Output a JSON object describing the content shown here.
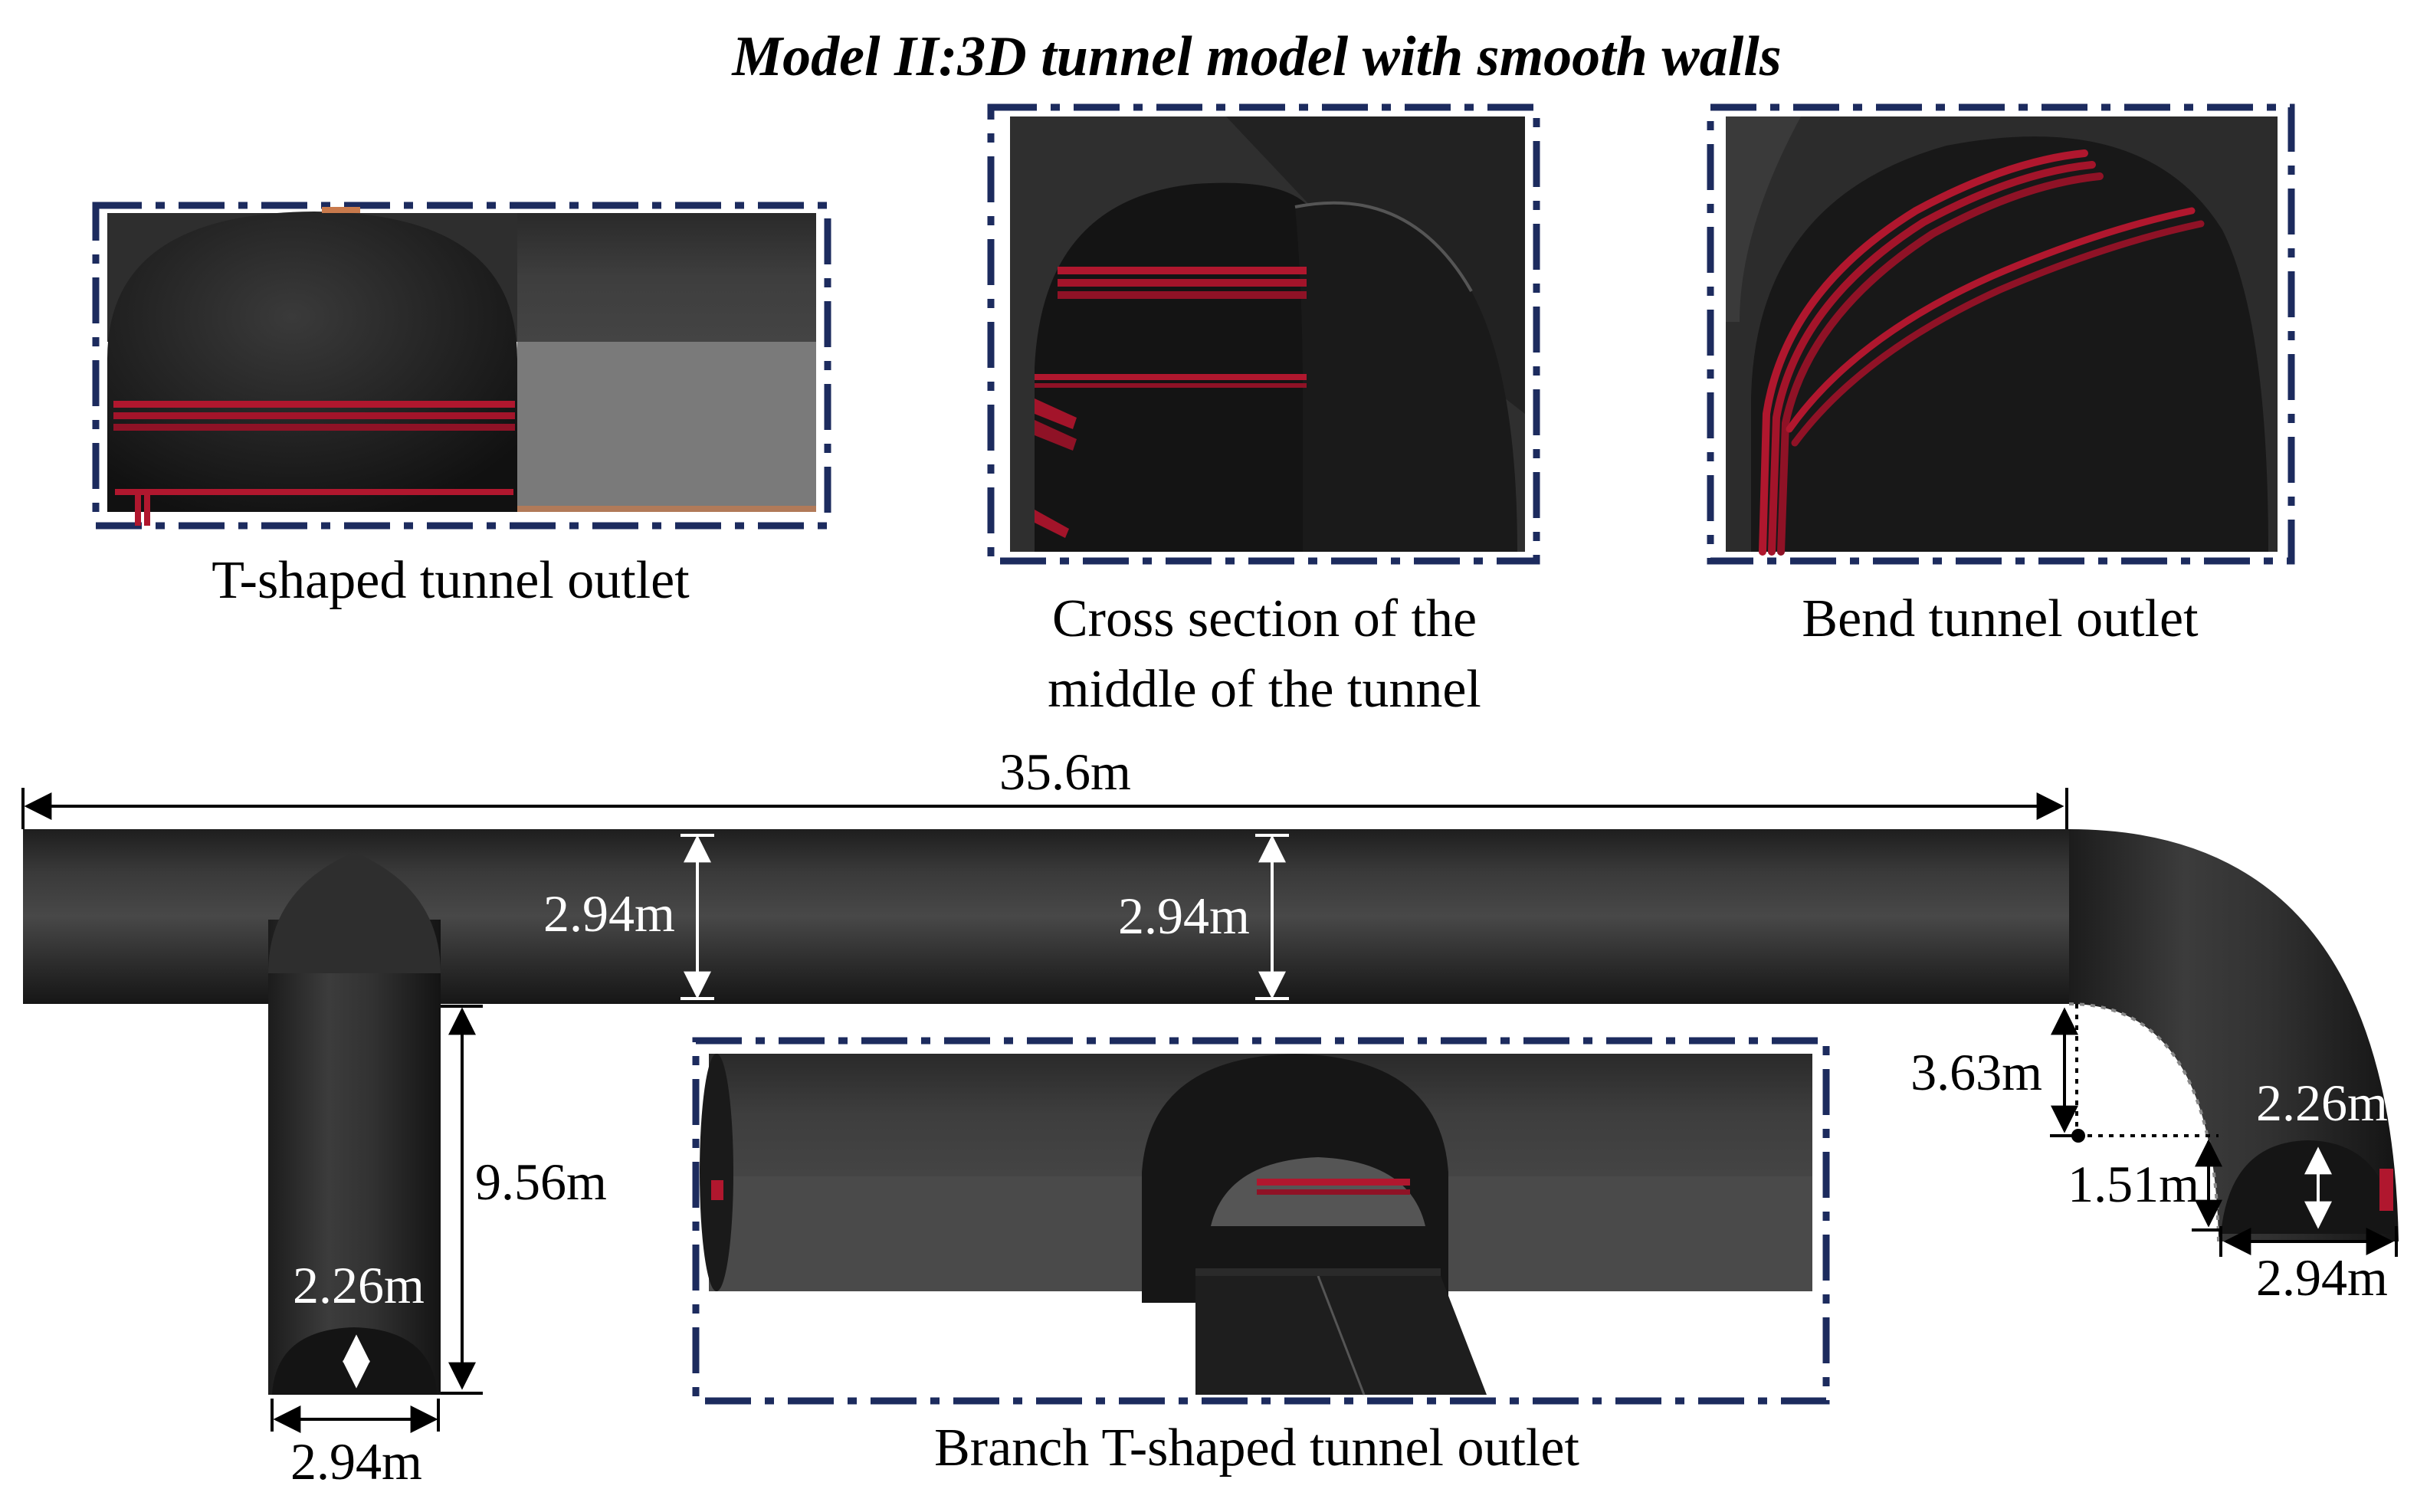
{
  "title": "Model II:3D tunnel model with smooth walls",
  "captions": {
    "t_outlet": "T-shaped tunnel outlet",
    "cross_section_line1": "Cross section of the",
    "cross_section_line2": "middle of the tunnel",
    "bend_outlet": "Bend tunnel outlet",
    "branch_outlet": "Branch T-shaped tunnel outlet"
  },
  "dimensions": {
    "main_length": "35.6m",
    "main_height_1": "2.94m",
    "main_height_2": "2.94m",
    "branch_length": "9.56m",
    "branch_height": "2.26m",
    "branch_width": "2.94m",
    "bend_radius_v": "3.63m",
    "bend_offset": "1.51m",
    "bend_height": "2.26m",
    "bend_width": "2.94m"
  },
  "colors": {
    "frame": "#1c2b5e",
    "tunnel": "#262626",
    "tunnel_light": "#555555",
    "pipe": "#b0172e",
    "floor": "#7a7a7a"
  }
}
